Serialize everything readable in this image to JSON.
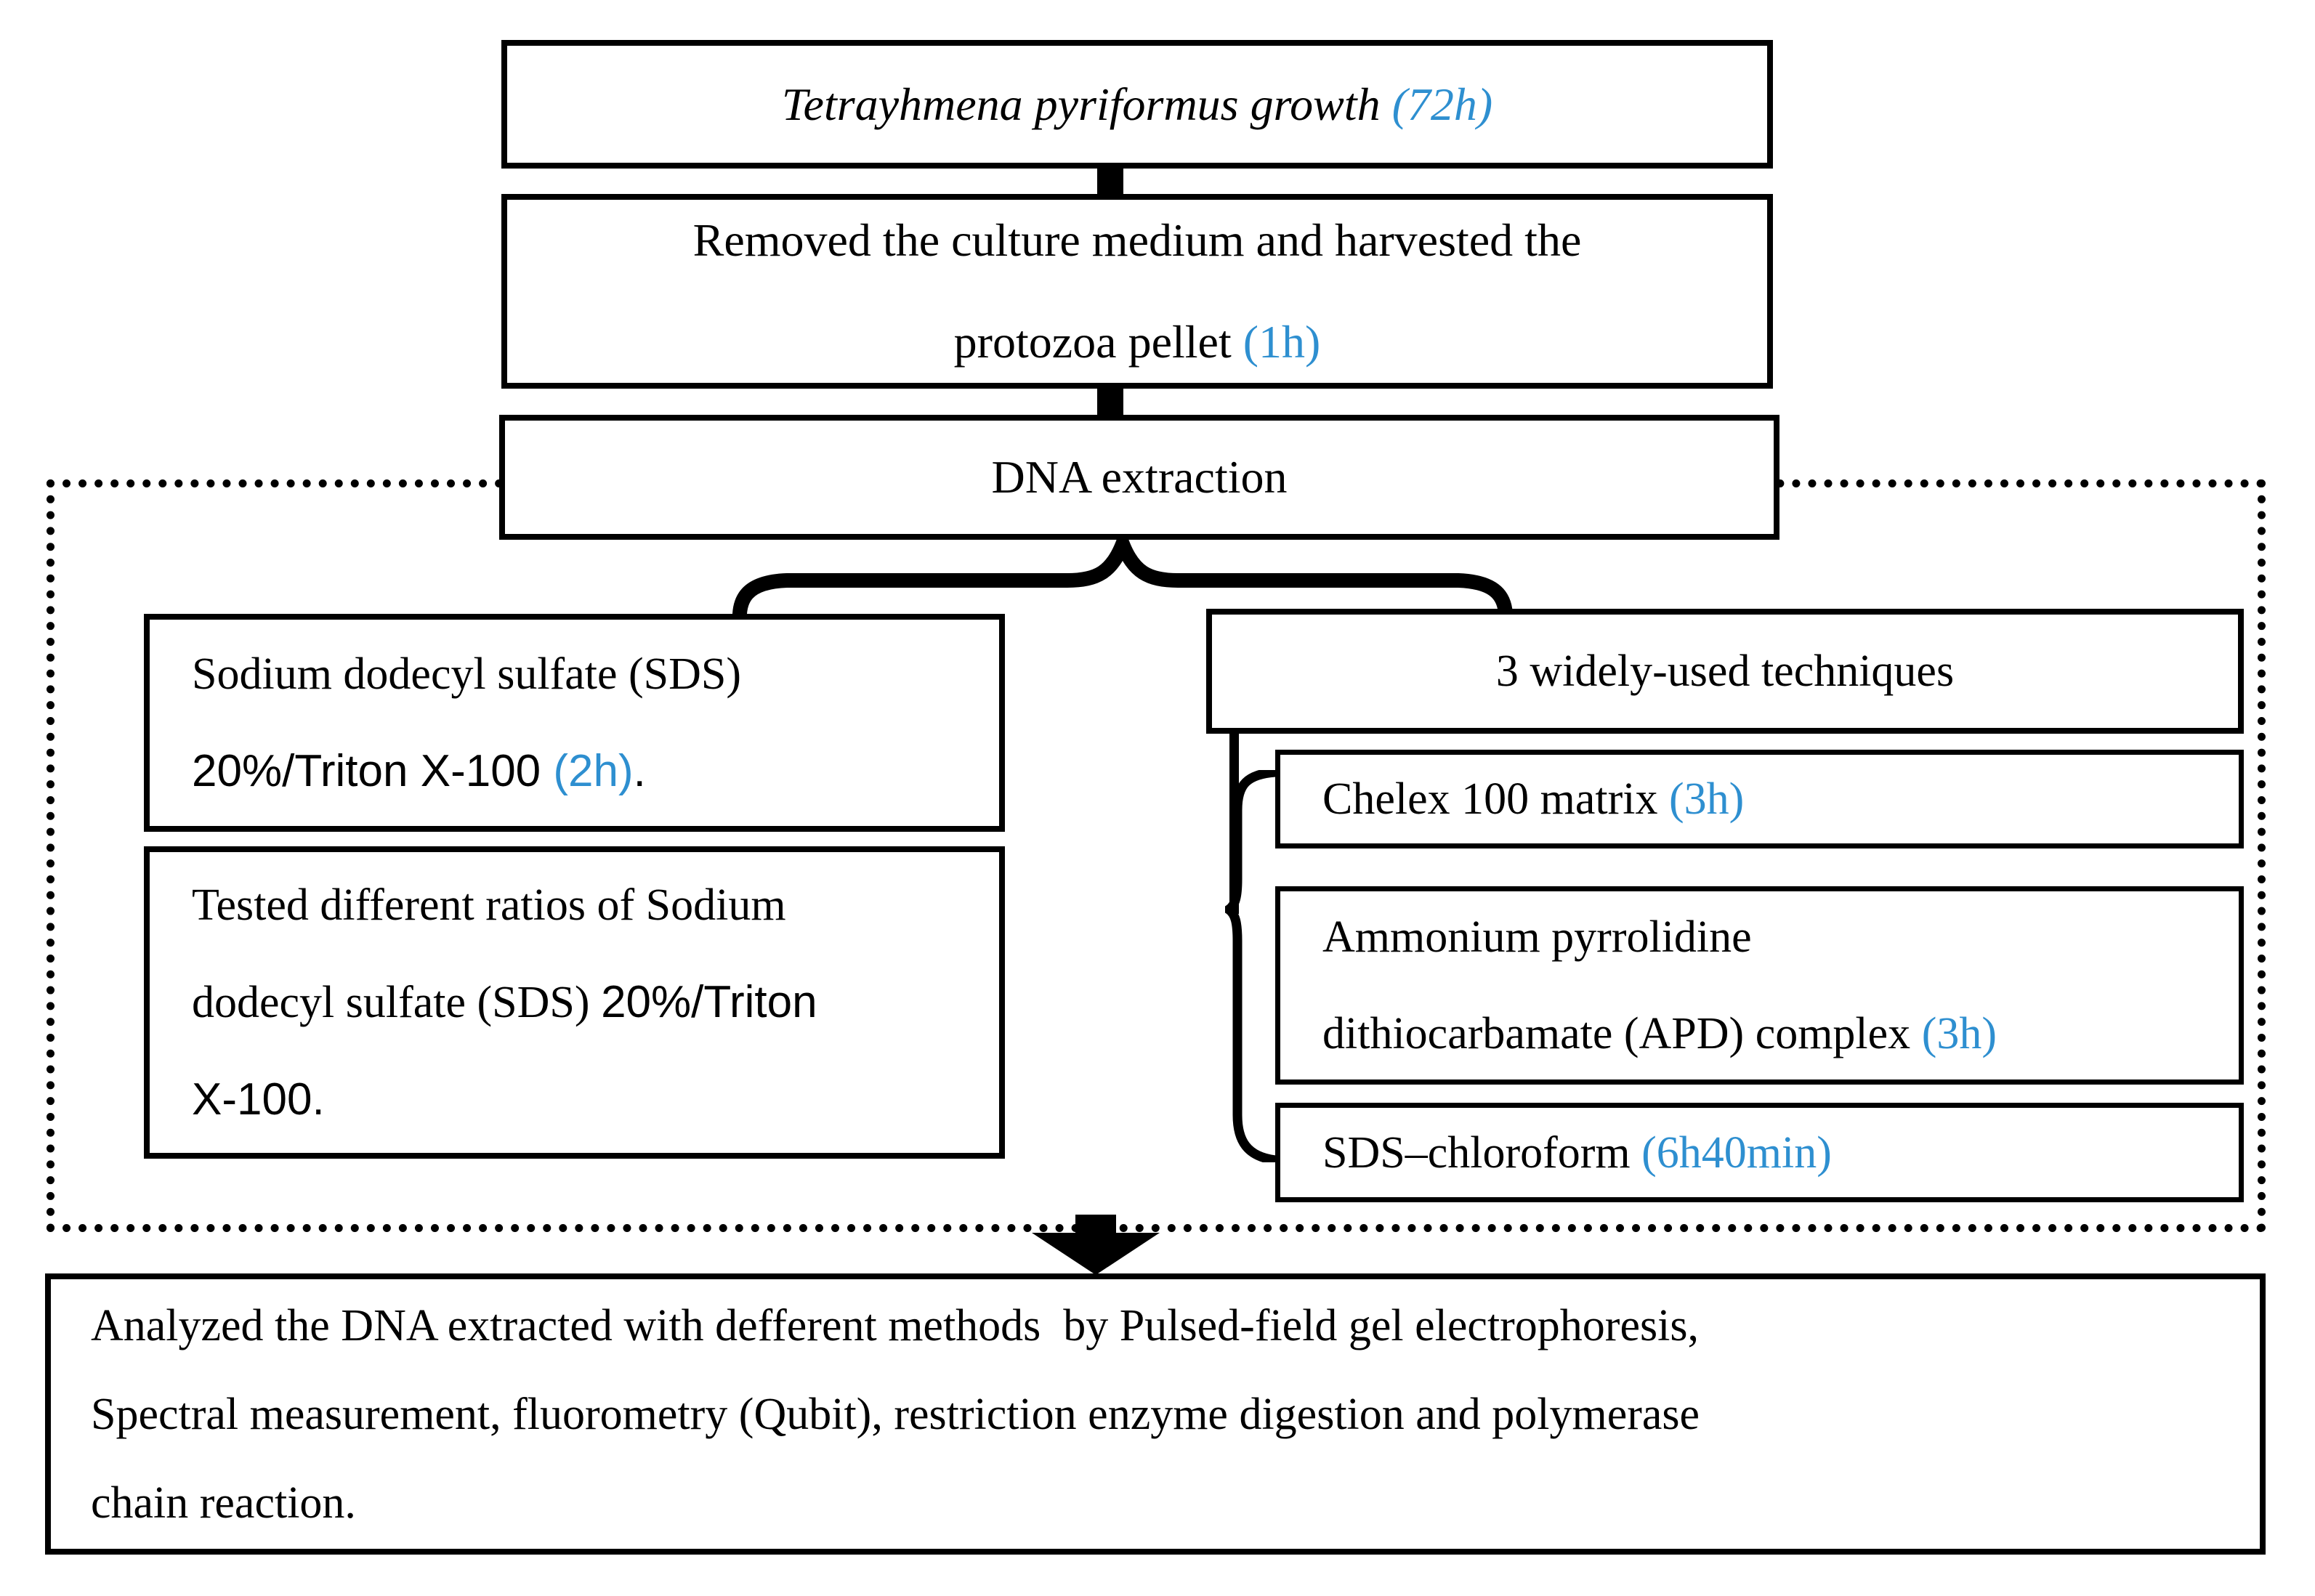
{
  "accent_color": "#2E8FD0",
  "figure": {
    "description_domain": "DNA extraction workflow flowchart",
    "growth": {
      "lines": [
        [
          {
            "t": "Tetrayhmena pyriformus growth ",
            "italic": true
          },
          {
            "t": "(72h)",
            "italic": true,
            "accent": true
          }
        ]
      ]
    },
    "harvest": {
      "lines": [
        [
          {
            "t": "Removed the culture medium and harvested the"
          }
        ],
        [
          {
            "t": "protozoa pellet "
          },
          {
            "t": "(1h)",
            "accent": true
          }
        ]
      ]
    },
    "dna_extraction": {
      "lines": [
        [
          {
            "t": "DNA extraction"
          }
        ]
      ]
    },
    "sds_triton": {
      "lines": [
        [
          {
            "t": "Sodium dodecyl sulfate (SDS)"
          }
        ],
        [
          {
            "t": "20%/Triton X-100 ",
            "sans": true
          },
          {
            "t": "(2h)",
            "sans": true,
            "accent": true
          },
          {
            "t": ".",
            "sans": true
          }
        ]
      ]
    },
    "tested_ratios": {
      "lines": [
        [
          {
            "t": "Tested different ratios of Sodium"
          }
        ],
        [
          {
            "t": "dodecyl sulfate (SDS) "
          },
          {
            "t": "20%/Triton",
            "sans": true
          }
        ],
        [
          {
            "t": "X-100.",
            "sans": true
          }
        ]
      ]
    },
    "techniques": {
      "lines": [
        [
          {
            "t": "3 widely-used techniques"
          }
        ]
      ]
    },
    "chelex": {
      "lines": [
        [
          {
            "t": "Chelex 100 matrix "
          },
          {
            "t": "(3h)",
            "accent": true
          }
        ]
      ]
    },
    "apd": {
      "lines": [
        [
          {
            "t": "Ammonium pyrrolidine"
          }
        ],
        [
          {
            "t": "dithiocarbamate (APD) complex "
          },
          {
            "t": "(3h)",
            "accent": true
          }
        ]
      ]
    },
    "sds_chloroform": {
      "lines": [
        [
          {
            "t": "SDS–chloroform "
          },
          {
            "t": "(6h40min)",
            "accent": true
          }
        ]
      ]
    },
    "analysis": {
      "lines": [
        [
          {
            "t": "Analyzed the DNA extracted with defferent methods  by Pulsed-field gel electrophoresis,"
          }
        ],
        [
          {
            "t": "Spectral measurement, fluorometry (Qubit), restriction enzyme digestion and polymerase"
          }
        ],
        [
          {
            "t": "chain reaction."
          }
        ]
      ]
    }
  }
}
